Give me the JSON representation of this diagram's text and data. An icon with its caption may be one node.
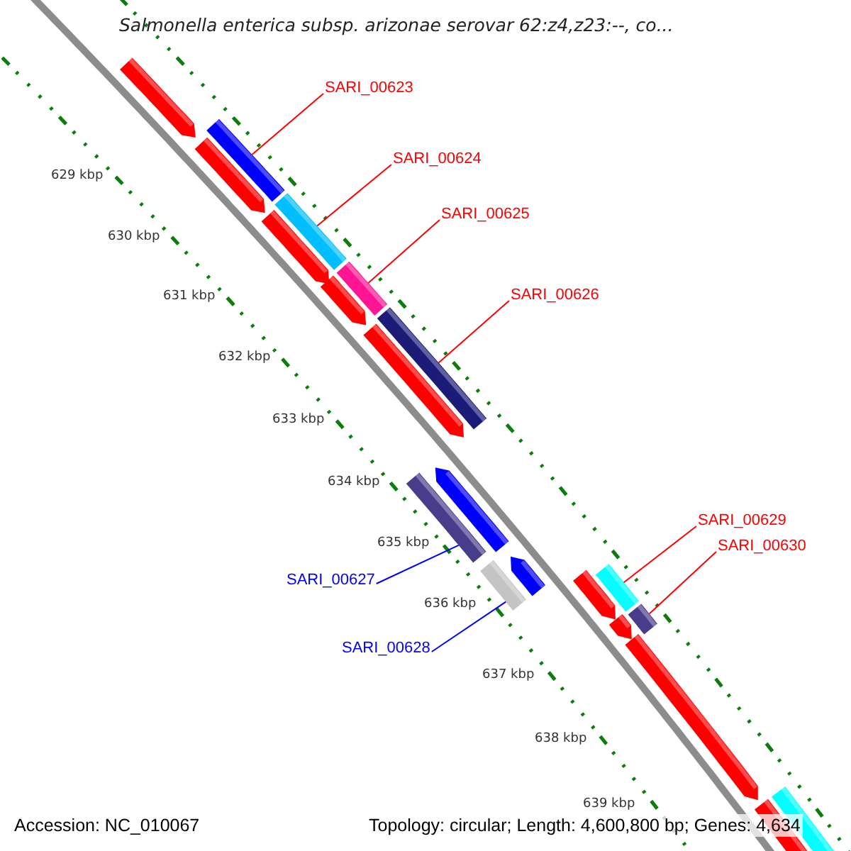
{
  "diagram": {
    "title": "Salmonella enterica subsp. arizonae serovar 62:z4,z23:--, co...",
    "nodes": [
      {
        "text": [
          "SARI_00623"
        ]
      },
      {
        "text": [
          "SARI_00624"
        ]
      },
      {
        "text": [
          "SARI_00625"
        ]
      },
      {
        "text": [
          "SARI_00626"
        ]
      },
      {
        "text": [
          "SARI_00627"
        ]
      },
      {
        "text": [
          "SARI_00628"
        ]
      },
      {
        "text": [
          "SARI_00629"
        ]
      },
      {
        "text": [
          "SARI_00630"
        ]
      },
      {
        "text": [],
        "shape": "bar"
      },
      {
        "text": [],
        "shape": "bar"
      },
      {
        "text": [],
        "shape": "bar"
      },
      {
        "text": [],
        "shape": "bar"
      },
      {
        "text": [],
        "shape": "bar"
      },
      {
        "text": [],
        "shape": "bar"
      },
      {
        "text": [],
        "shape": "bar"
      },
      {
        "text": [],
        "shape": "bar"
      },
      {
        "text": [],
        "shape": "bar"
      },
      {
        "text": [],
        "shape": "bar"
      },
      {
        "text": [],
        "shape": "bar"
      },
      {
        "text": [],
        "shape": "bar"
      },
      {
        "text": [],
        "shape": "bar"
      },
      {
        "text": [],
        "shape": "bar"
      },
      {
        "text": [],
        "shape": "bar"
      },
      {
        "text": [],
        "shape": "bar"
      },
      {
        "text": [],
        "shape": "bar"
      },
      {
        "text": [],
        "shape": "bar"
      },
      {
        "text": [],
        "shape": "bar"
      },
      {
        "text": [],
        "shape": "bar"
      }
    ],
    "edges": [
      {
        "from": 0,
        "to": 9,
        "arrow": "none"
      },
      {
        "from": 1,
        "to": 11,
        "arrow": "none"
      },
      {
        "from": 2,
        "to": 13,
        "arrow": "none"
      },
      {
        "from": 3,
        "to": 15,
        "arrow": "none"
      },
      {
        "from": 4,
        "to": 18,
        "arrow": "none",
        "color": "#0000ff"
      },
      {
        "from": 5,
        "to": 20,
        "arrow": "none",
        "color": "#0000ff"
      },
      {
        "from": 6,
        "to": 21,
        "arrow": "none"
      },
      {
        "from": 7,
        "to": 23,
        "arrow": "none"
      }
    ],
    "labels": [
      "629 kbp",
      "630 kbp",
      "631 kbp",
      "632 kbp",
      "633 kbp",
      "634 kbp",
      "635 kbp",
      "636 kbp",
      "637 kbp",
      "638 kbp",
      "639 kbp",
      "Accession: NC_010067",
      "Topology: circular; Length: 4,600,800 bp; Genes: 4,634"
    ]
  }
}
